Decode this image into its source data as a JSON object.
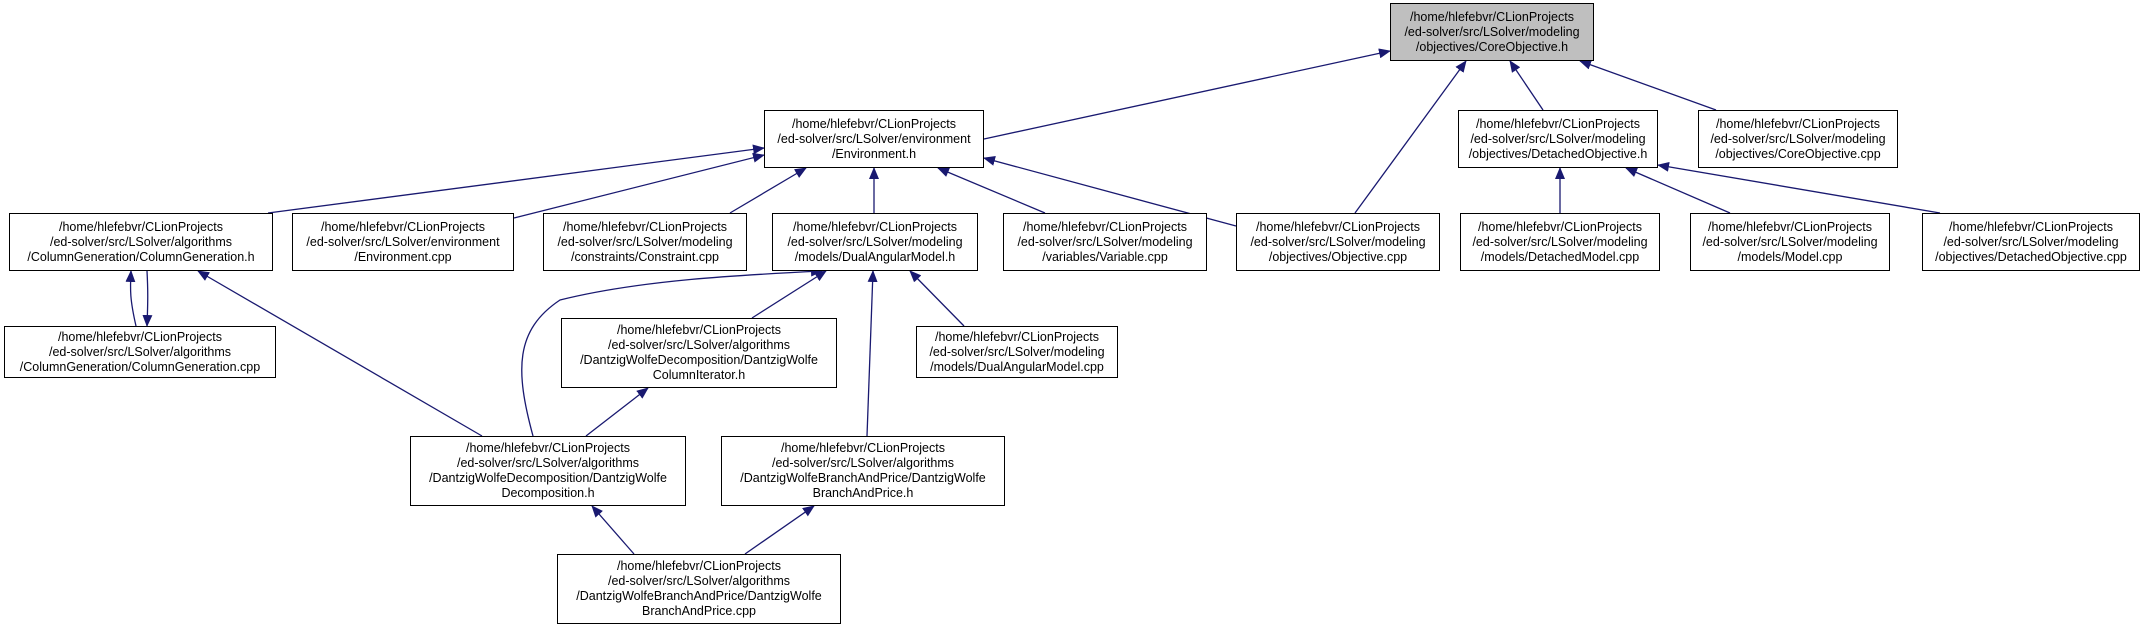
{
  "colors": {
    "edge": "#191970",
    "root_fill": "#bfbfbf",
    "node_fill": "#ffffff",
    "node_border": "#000000"
  },
  "nodes": {
    "core_objective_h": [
      "/home/hlefebvr/CLionProjects",
      "/ed-solver/src/LSolver/modeling",
      "/objectives/CoreObjective.h"
    ],
    "environment_h": [
      "/home/hlefebvr/CLionProjects",
      "/ed-solver/src/LSolver/environment",
      "/Environment.h"
    ],
    "detached_objective_h": [
      "/home/hlefebvr/CLionProjects",
      "/ed-solver/src/LSolver/modeling",
      "/objectives/DetachedObjective.h"
    ],
    "core_objective_cpp": [
      "/home/hlefebvr/CLionProjects",
      "/ed-solver/src/LSolver/modeling",
      "/objectives/CoreObjective.cpp"
    ],
    "column_generation_h": [
      "/home/hlefebvr/CLionProjects",
      "/ed-solver/src/LSolver/algorithms",
      "/ColumnGeneration/ColumnGeneration.h"
    ],
    "environment_cpp": [
      "/home/hlefebvr/CLionProjects",
      "/ed-solver/src/LSolver/environment",
      "/Environment.cpp"
    ],
    "constraint_cpp": [
      "/home/hlefebvr/CLionProjects",
      "/ed-solver/src/LSolver/modeling",
      "/constraints/Constraint.cpp"
    ],
    "dual_angular_model_h": [
      "/home/hlefebvr/CLionProjects",
      "/ed-solver/src/LSolver/modeling",
      "/models/DualAngularModel.h"
    ],
    "variable_cpp": [
      "/home/hlefebvr/CLionProjects",
      "/ed-solver/src/LSolver/modeling",
      "/variables/Variable.cpp"
    ],
    "objective_cpp": [
      "/home/hlefebvr/CLionProjects",
      "/ed-solver/src/LSolver/modeling",
      "/objectives/Objective.cpp"
    ],
    "detached_model_cpp": [
      "/home/hlefebvr/CLionProjects",
      "/ed-solver/src/LSolver/modeling",
      "/models/DetachedModel.cpp"
    ],
    "model_cpp": [
      "/home/hlefebvr/CLionProjects",
      "/ed-solver/src/LSolver/modeling",
      "/models/Model.cpp"
    ],
    "detached_objective_cpp": [
      "/home/hlefebvr/CLionProjects",
      "/ed-solver/src/LSolver/modeling",
      "/objectives/DetachedObjective.cpp"
    ],
    "column_generation_cpp": [
      "/home/hlefebvr/CLionProjects",
      "/ed-solver/src/LSolver/algorithms",
      "/ColumnGeneration/ColumnGeneration.cpp"
    ],
    "column_iterator_h": [
      "/home/hlefebvr/CLionProjects",
      "/ed-solver/src/LSolver/algorithms",
      "/DantzigWolfeDecomposition/DantzigWolfe",
      "ColumnIterator.h"
    ],
    "dual_angular_model_cpp": [
      "/home/hlefebvr/CLionProjects",
      "/ed-solver/src/LSolver/modeling",
      "/models/DualAngularModel.cpp"
    ],
    "dw_decomposition_h": [
      "/home/hlefebvr/CLionProjects",
      "/ed-solver/src/LSolver/algorithms",
      "/DantzigWolfeDecomposition/DantzigWolfe",
      "Decomposition.h"
    ],
    "dw_branch_and_price_h": [
      "/home/hlefebvr/CLionProjects",
      "/ed-solver/src/LSolver/algorithms",
      "/DantzigWolfeBranchAndPrice/DantzigWolfe",
      "BranchAndPrice.h"
    ],
    "dw_branch_and_price_cpp": [
      "/home/hlefebvr/CLionProjects",
      "/ed-solver/src/LSolver/algorithms",
      "/DantzigWolfeBranchAndPrice/DantzigWolfe",
      "BranchAndPrice.cpp"
    ]
  }
}
